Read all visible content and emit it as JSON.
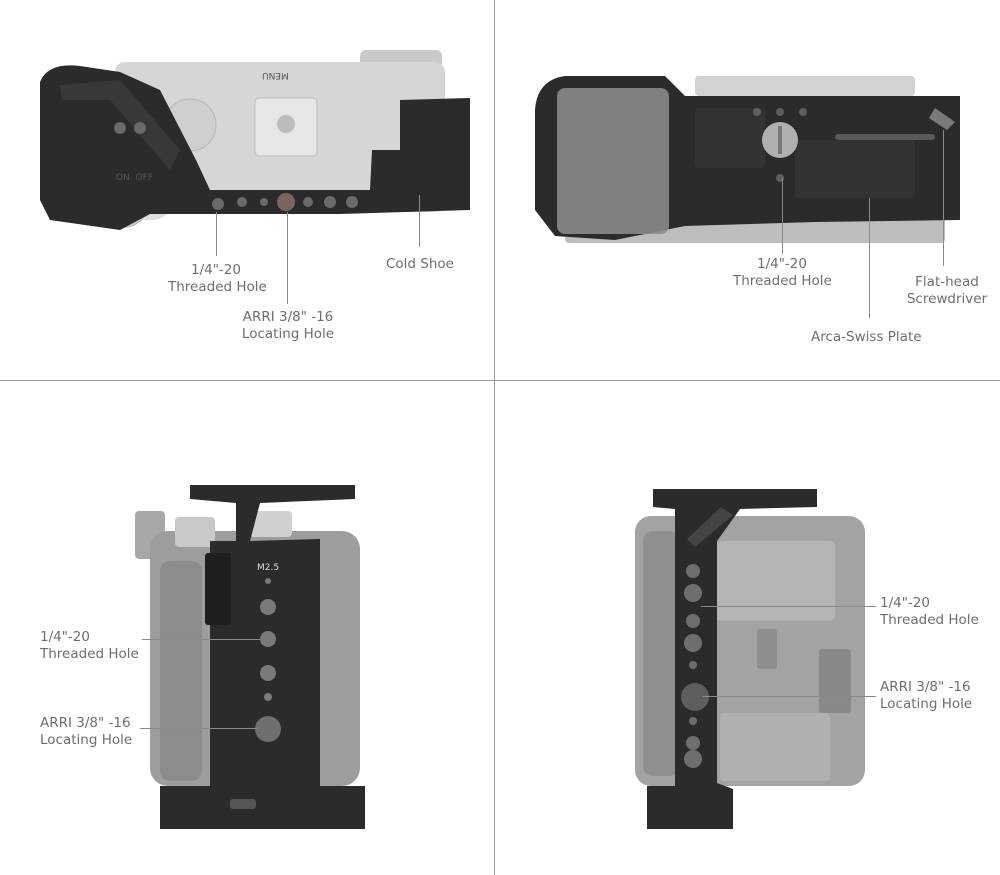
{
  "panels": {
    "top_left": {
      "callouts": {
        "threaded_hole": "1/4\"-20\nThreaded Hole",
        "locating_hole": "ARRI 3/8\" -16\nLocating Hole",
        "cold_shoe": "Cold Shoe"
      },
      "camera_marks": {
        "menu": "MENU",
        "on_off": "ON  OFF"
      }
    },
    "top_right": {
      "callouts": {
        "threaded_hole": "1/4\"-20\nThreaded Hole",
        "screwdriver": "Flat-head\nScrewdriver",
        "arca_plate": "Arca-Swiss Plate"
      }
    },
    "bottom_left": {
      "callouts": {
        "threaded_hole": "1/4\"-20\nThreaded Hole",
        "locating_hole": "ARRI 3/8\" -16\nLocating Hole"
      },
      "cage_mark": "M2.5"
    },
    "bottom_right": {
      "callouts": {
        "threaded_hole": "1/4\"-20\nThreaded Hole",
        "locating_hole": "ARRI 3/8\" -16\nLocating Hole"
      }
    }
  },
  "colors": {
    "cage_black": "#2b2b2d",
    "camera_silver": "#d9d9d9",
    "camera_gray": "#9b9b9b",
    "leader_line": "#8a8a8a"
  }
}
